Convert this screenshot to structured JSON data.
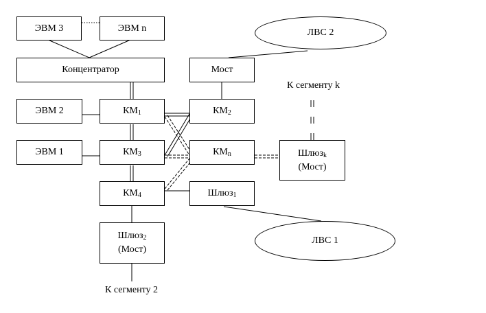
{
  "nodes": {
    "evm3": "ЭВМ 3",
    "evmn": "ЭВМ n",
    "lvs2": "ЛВС 2",
    "hub": "Концентратор",
    "bridge": "Мост",
    "evm2": "ЭВМ 2",
    "evm1": "ЭВМ 1",
    "km1": {
      "base": "КМ",
      "sub": "1"
    },
    "km2": {
      "base": "КМ",
      "sub": "2"
    },
    "km3": {
      "base": "КМ",
      "sub": "3"
    },
    "kmn": {
      "base": "КМ",
      "sub": "n"
    },
    "km4": {
      "base": "КМ",
      "sub": "4"
    },
    "gwk": {
      "base": "Шлюз",
      "sub": "k",
      "line2": "(Мост)"
    },
    "gw1": {
      "base": "Шлюз",
      "sub": "1"
    },
    "gw2": {
      "base": "Шлюз",
      "sub": "2",
      "line2": "(Мост)"
    },
    "lvs1": "ЛВС 1"
  },
  "labels": {
    "to_segment_k": "К сегменту k",
    "to_segment_2": "К сегменту 2"
  }
}
